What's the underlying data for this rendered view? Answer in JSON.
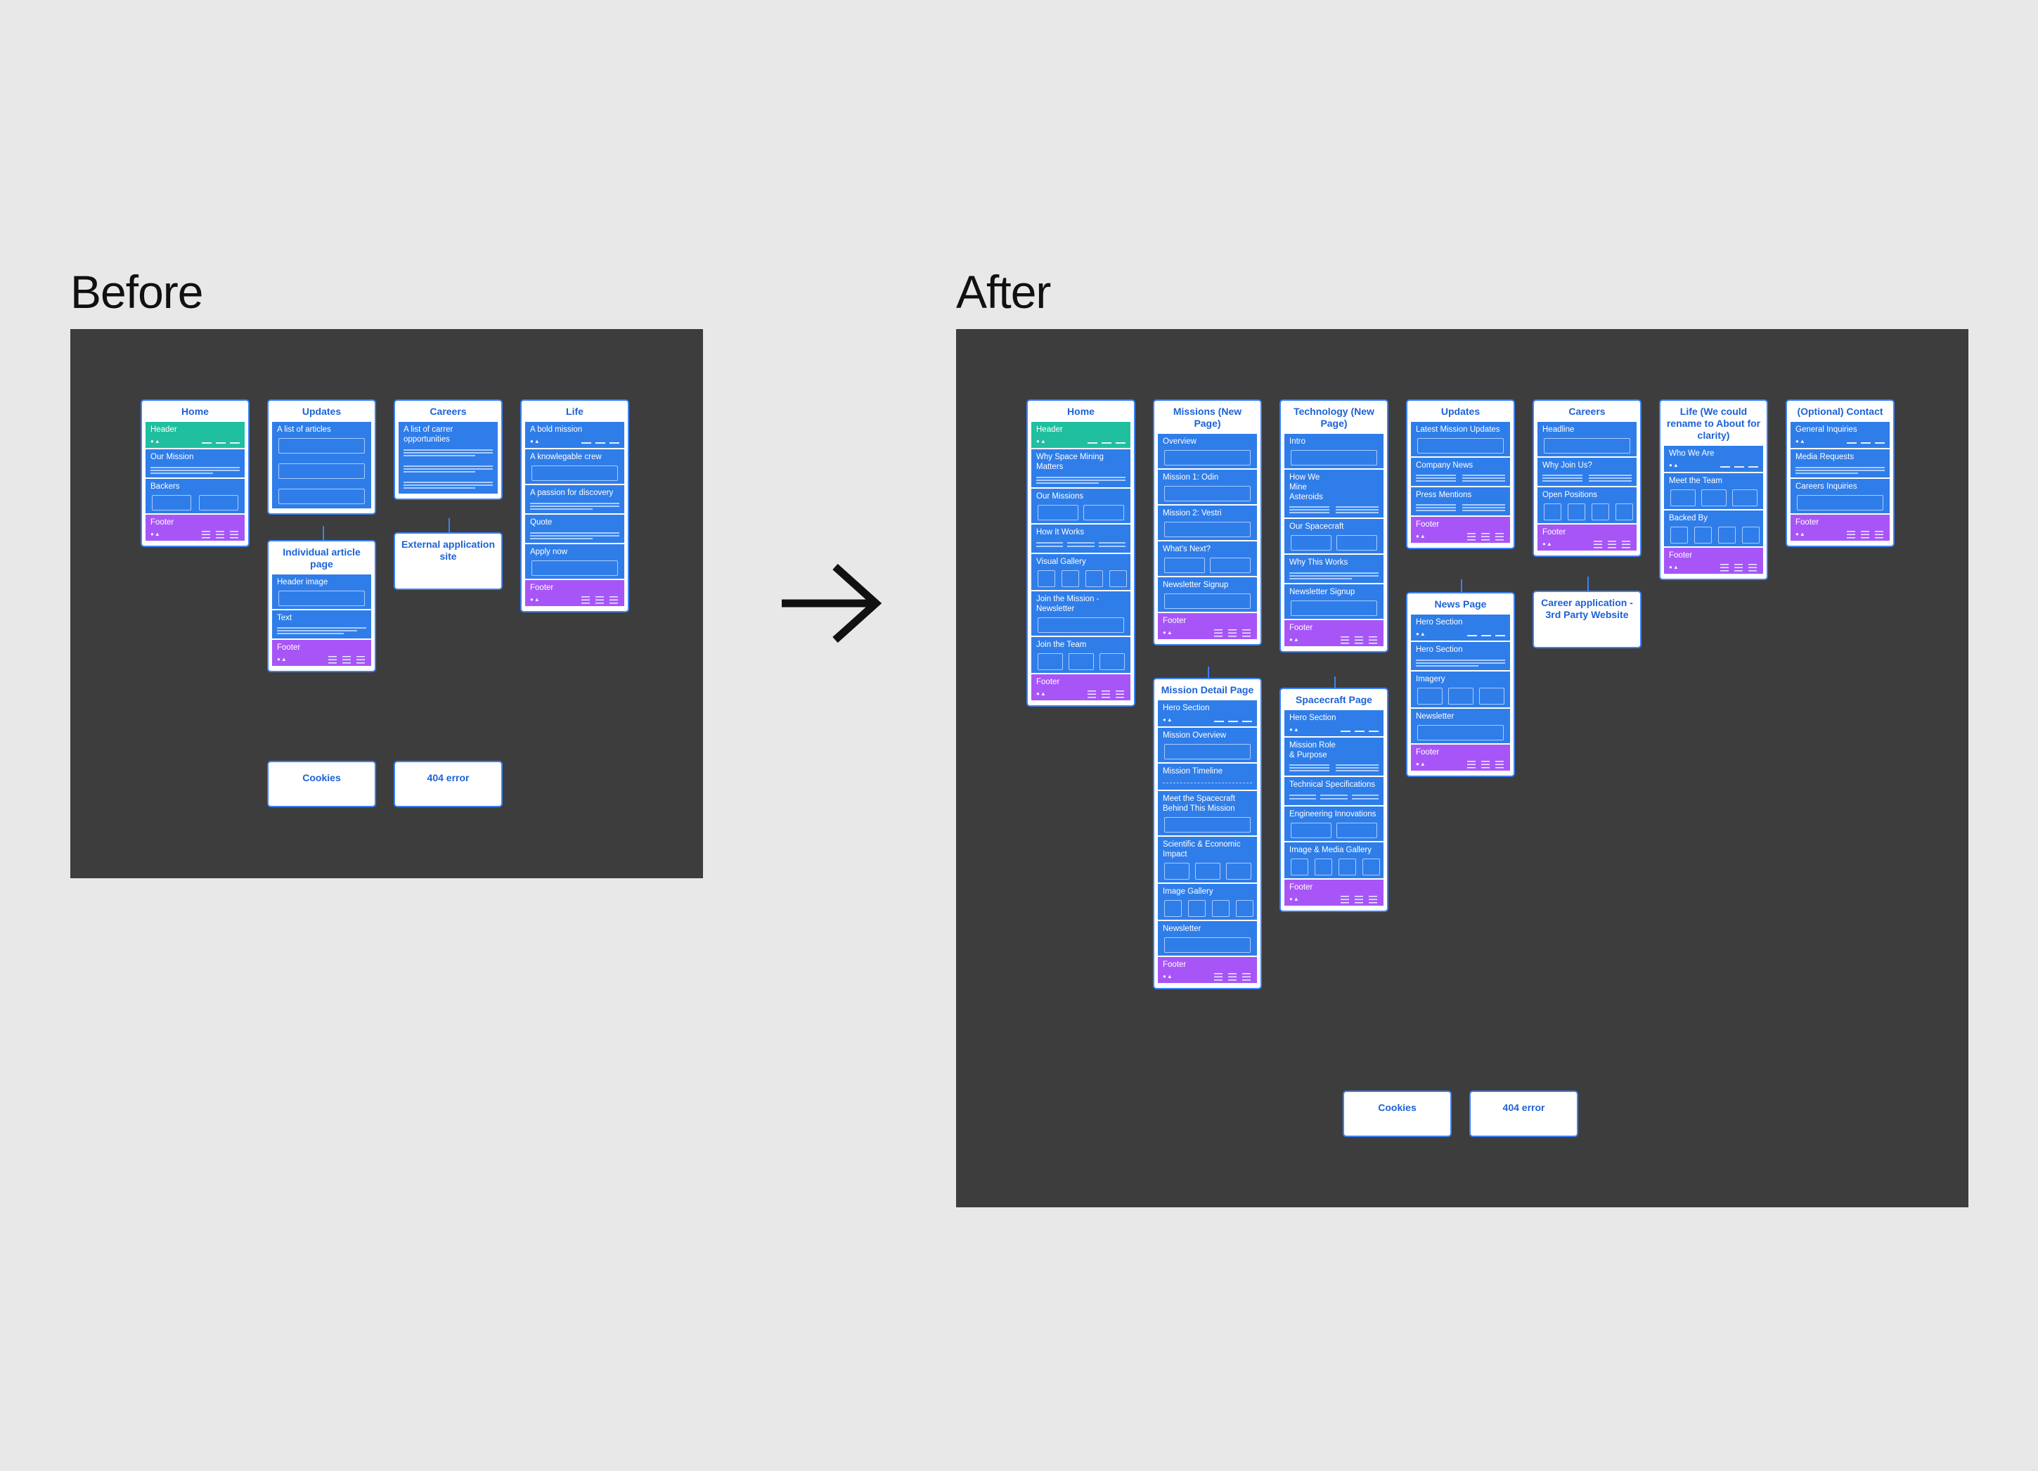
{
  "before": {
    "title": "Before",
    "cards": {
      "home": {
        "title": "Home",
        "sections": {
          "header": "Header",
          "mission": "Our Mission",
          "backers": "Backers",
          "footer": "Footer"
        }
      },
      "updates": {
        "title": "Updates",
        "sections": {
          "list": "A list of articles"
        }
      },
      "article": {
        "title": "Individual article page",
        "sections": {
          "header_image": "Header image",
          "text": "Text",
          "footer": "Footer"
        }
      },
      "careers": {
        "title": "Careers",
        "sections": {
          "list": "A list of carrer opportunities"
        }
      },
      "external": {
        "title": "External application site"
      },
      "life": {
        "title": "Life",
        "sections": {
          "bold": "A bold mission",
          "crew": "A knowlegable crew",
          "passion": "A passion for discovery",
          "quote": "Quote",
          "apply": "Apply now",
          "footer": "Footer"
        }
      },
      "cookies": {
        "title": "Cookies"
      },
      "e404": {
        "title": "404 error"
      }
    }
  },
  "after": {
    "title": "After",
    "cards": {
      "home": {
        "title": "Home",
        "sections": {
          "header": "Header",
          "why": "Why Space Mining Matters",
          "missions": "Our Missions",
          "how": "How It Works",
          "gallery": "Visual Gallery",
          "join_news": "Join the Mission - Newsletter",
          "join_team": "Join the Team",
          "footer": "Footer"
        }
      },
      "missions": {
        "title": "Missions (New Page)",
        "sections": {
          "overview": "Overview",
          "m1": "Mission 1: Odin",
          "m2": "Mission 2: Vestri",
          "next": "What's Next?",
          "newsletter": "Newsletter Signup",
          "footer": "Footer"
        }
      },
      "mission_detail": {
        "title": "Mission Detail Page",
        "sections": {
          "hero": "Hero Section",
          "overview": "Mission Overview",
          "timeline": "Mission Timeline",
          "spacecraft": "Meet the Spacecraft Behind This Mission",
          "impact": "Scientific & Economic Impact",
          "gallery": "Image Gallery",
          "newsletter": "Newsletter",
          "footer": "Footer"
        }
      },
      "technology": {
        "title": "Technology (New Page)",
        "sections": {
          "intro": "Intro",
          "how": "How We Mine Asteroids",
          "spacecraft": "Our Spacecraft",
          "why": "Why This Works",
          "newsletter": "Newsletter Signup",
          "footer": "Footer"
        }
      },
      "spacecraft_page": {
        "title": "Spacecraft Page",
        "sections": {
          "hero": "Hero Section",
          "role": "Mission Role & Purpose",
          "specs": "Technical Specifications",
          "eng": "Engineering Innovations",
          "gallery": "Image & Media Gallery",
          "footer": "Footer"
        }
      },
      "updates": {
        "title": "Updates",
        "sections": {
          "latest": "Latest Mission Updates",
          "company": "Company News",
          "press": "Press Mentions",
          "footer": "Footer"
        }
      },
      "news": {
        "title": "News Page",
        "sections": {
          "hero1": "Hero Section",
          "hero2": "Hero Section",
          "imagery": "Imagery",
          "newsletter": "Newsletter",
          "footer": "Footer"
        }
      },
      "careers": {
        "title": "Careers",
        "sections": {
          "headline": "Headline",
          "why": "Why Join Us?",
          "open": "Open Positions",
          "footer": "Footer"
        }
      },
      "career_app": {
        "title": "Career application - 3rd Party Website"
      },
      "life": {
        "title": "Life (We could rename to About for clarity)",
        "sections": {
          "who": "Who We Are",
          "team": "Meet the Team",
          "backed": "Backed By",
          "footer": "Footer"
        }
      },
      "contact": {
        "title": "(Optional) Contact",
        "sections": {
          "general": "General Inquiries",
          "media": "Media Requests",
          "careers": "Careers Inquiries",
          "footer": "Footer"
        }
      },
      "cookies": {
        "title": "Cookies"
      },
      "e404": {
        "title": "404 error"
      }
    }
  },
  "colors": {
    "canvas": "#e8e8e8",
    "panel": "#3d3d3d",
    "section": "#2f7de9",
    "header": "#1fbf9f",
    "footer": "#a855f7",
    "card_title": "#1d62d6"
  }
}
